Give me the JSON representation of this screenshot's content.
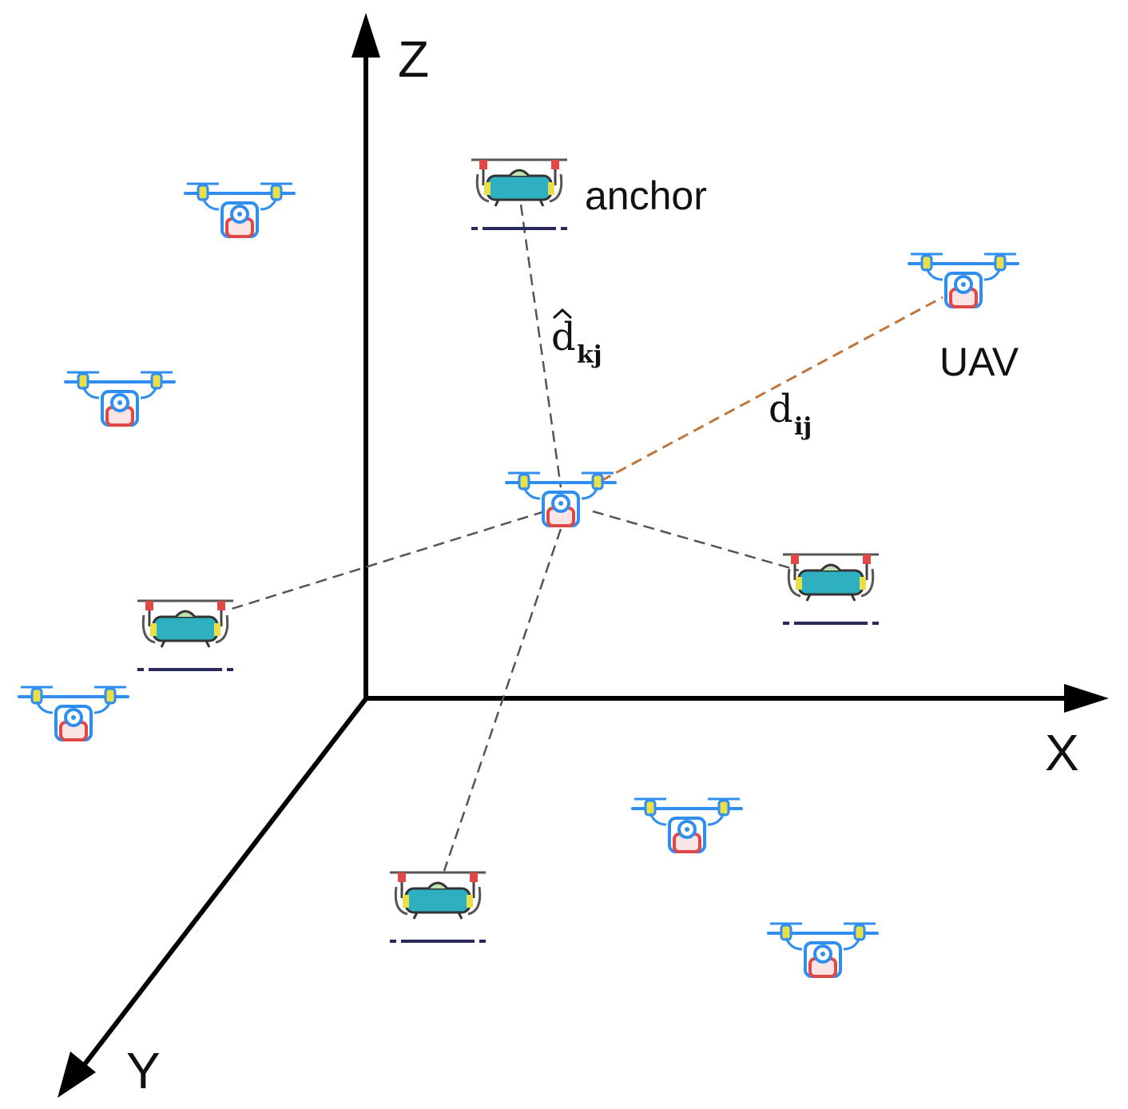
{
  "axes": {
    "x": "X",
    "y": "Y",
    "z": "Z"
  },
  "labels": {
    "anchor": "anchor",
    "uav": "UAV",
    "d_hat_main": "d",
    "d_hat_sub": "kj",
    "d_main": "d",
    "d_sub": "ij"
  },
  "colors": {
    "axis": "#000000",
    "link_dashed": "#555555",
    "uav_link": "#c0763a",
    "drone_frame": "#2f8ef0",
    "drone_rotor": "#e0d44a",
    "drone_body": "#e04848",
    "anchor_body": "#2fb0c0",
    "anchor_base": "#2a2a5a"
  },
  "icons": {
    "uav": "quadcopter-uav-icon",
    "anchor": "anchor-drone-icon"
  }
}
